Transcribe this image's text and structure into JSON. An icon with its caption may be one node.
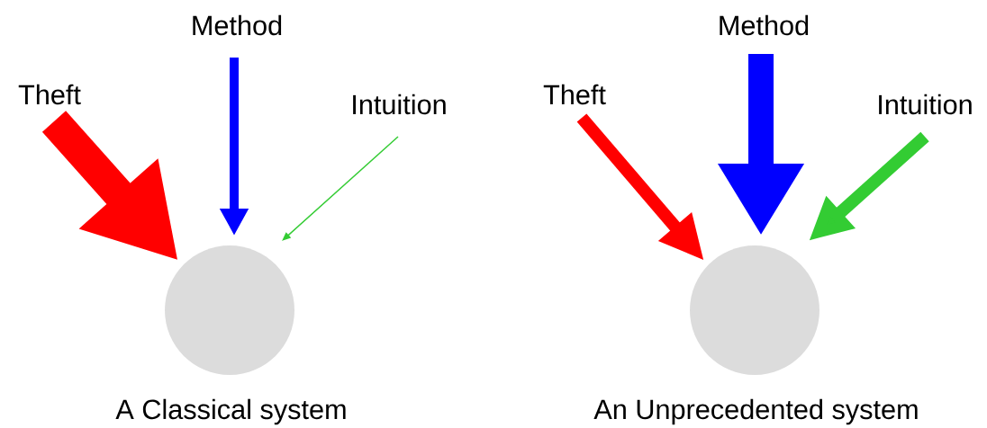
{
  "diagram": {
    "nodes": [
      {
        "text": [
          "Theft"
        ]
      },
      {
        "text": [
          "Method"
        ]
      },
      {
        "text": [
          "Intuition"
        ]
      },
      {
        "text": [],
        "shape": "circle",
        "beside": [
          "A Classical system"
        ]
      },
      {
        "text": [
          "Theft"
        ]
      },
      {
        "text": [
          "Method"
        ]
      },
      {
        "text": [
          "Intuition"
        ]
      },
      {
        "text": [],
        "shape": "circle",
        "beside": [
          "An Unprecedented system"
        ]
      }
    ],
    "edges": [
      {
        "from": 0,
        "to": 3,
        "arrow": "to",
        "style": "thick",
        "color": "#ff0000"
      },
      {
        "from": 1,
        "to": 3,
        "arrow": "to",
        "color": "#0000ff"
      },
      {
        "from": 2,
        "to": 3,
        "arrow": "to",
        "color": "#33cc33"
      },
      {
        "from": 4,
        "to": 7,
        "arrow": "to",
        "color": "#ff0000"
      },
      {
        "from": 5,
        "to": 7,
        "arrow": "to",
        "style": "thick",
        "color": "#0000ff"
      },
      {
        "from": 6,
        "to": 7,
        "arrow": "to",
        "color": "#33cc33"
      }
    ]
  }
}
